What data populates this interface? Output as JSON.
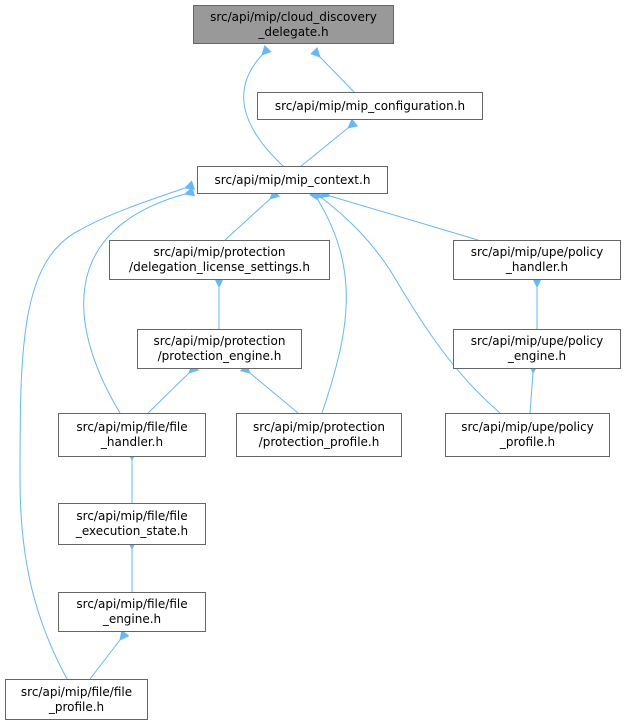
{
  "nodes": {
    "cloud_discovery": {
      "line1": "src/api/mip/cloud_discovery",
      "line2": "_delegate.h"
    },
    "mip_configuration": {
      "line1": "src/api/mip/mip_configuration.h"
    },
    "mip_context": {
      "line1": "src/api/mip/mip_context.h"
    },
    "delegation_license": {
      "line1": "src/api/mip/protection",
      "line2": "/delegation_license_settings.h"
    },
    "upe_policy_handler": {
      "line1": "src/api/mip/upe/policy",
      "line2": "_handler.h"
    },
    "protection_engine": {
      "line1": "src/api/mip/protection",
      "line2": "/protection_engine.h"
    },
    "upe_policy_engine": {
      "line1": "src/api/mip/upe/policy",
      "line2": "_engine.h"
    },
    "file_handler": {
      "line1": "src/api/mip/file/file",
      "line2": "_handler.h"
    },
    "protection_profile": {
      "line1": "src/api/mip/protection",
      "line2": "/protection_profile.h"
    },
    "upe_policy_profile": {
      "line1": "src/api/mip/upe/policy",
      "line2": "_profile.h"
    },
    "file_execution_state": {
      "line1": "src/api/mip/file/file",
      "line2": "_execution_state.h"
    },
    "file_engine": {
      "line1": "src/api/mip/file/file",
      "line2": "_engine.h"
    },
    "file_profile": {
      "line1": "src/api/mip/file/file",
      "line2": "_profile.h"
    }
  },
  "colors": {
    "edge": "#63b8ff",
    "root_fill": "#999999",
    "node_border": "#666666"
  }
}
